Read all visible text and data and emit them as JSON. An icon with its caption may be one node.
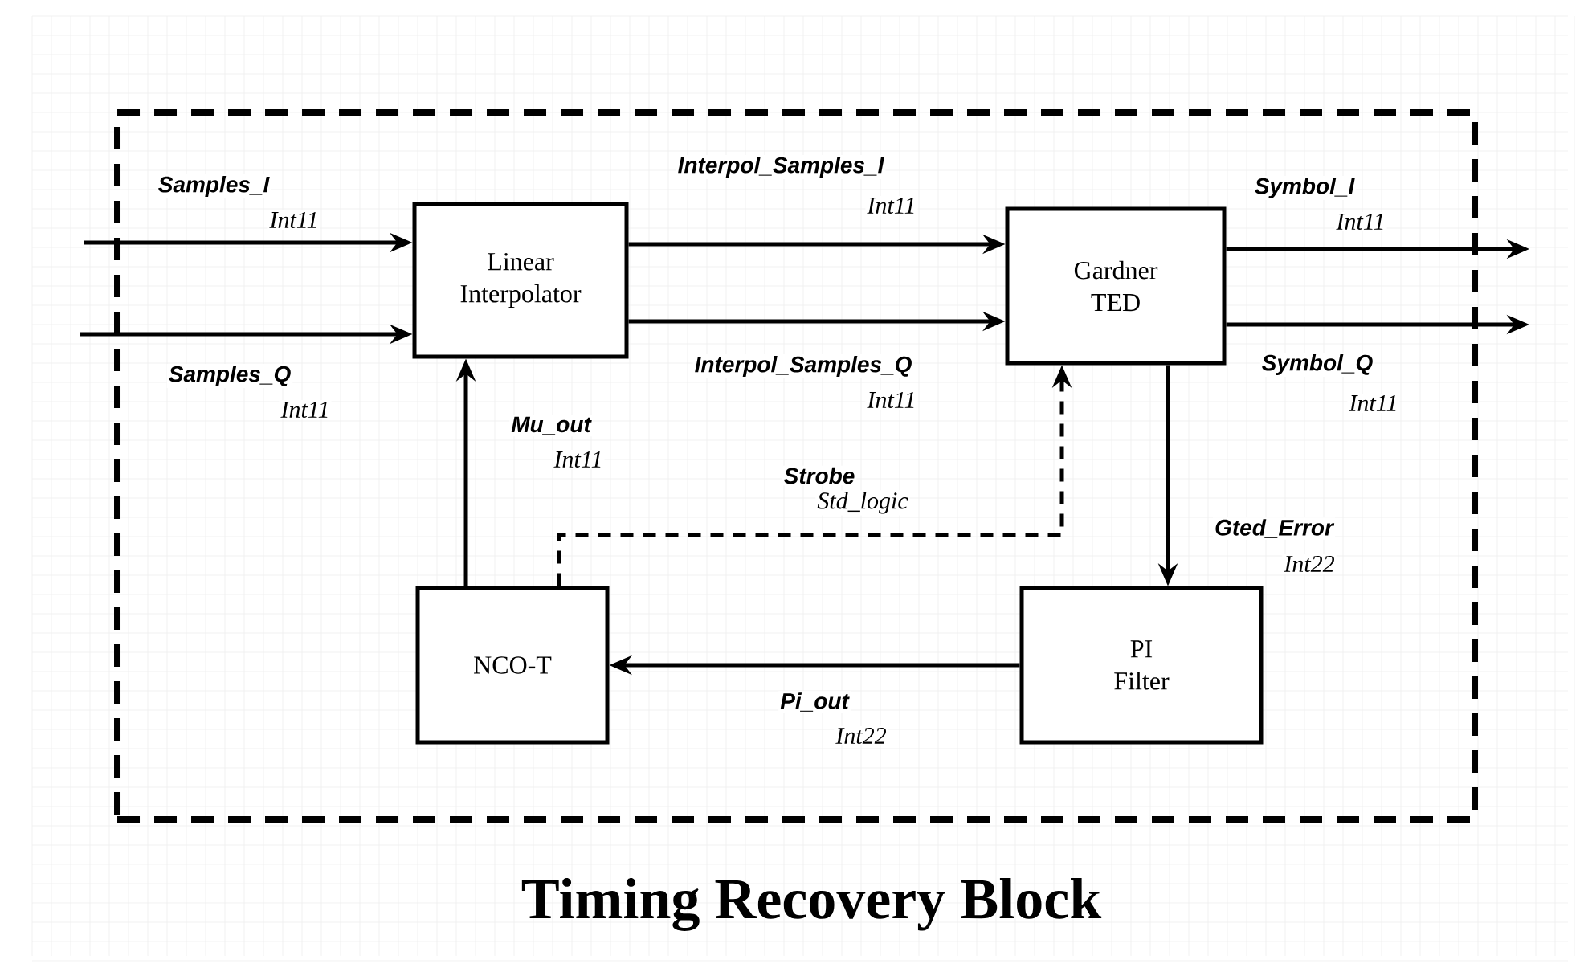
{
  "diagram": {
    "title": "Timing Recovery Block",
    "nodes": [
      {
        "text": [],
        "shape": "box"
      },
      {
        "text": [
          "Linear Interpolator"
        ],
        "in": 0
      },
      {
        "text": [
          "Gardner TED"
        ],
        "in": 0
      },
      {
        "text": [
          "NCO-T"
        ],
        "in": 0
      },
      {
        "text": [
          "PI Filter"
        ],
        "in": 0
      }
    ],
    "edges": [
      {
        "from": null,
        "to": 1,
        "arrow": "to",
        "label": "Samples_I"
      },
      {
        "from": null,
        "to": 1,
        "arrow": "to",
        "label": "Samples_Q"
      },
      {
        "from": 1,
        "to": 2,
        "arrow": "to",
        "label": "Interpol_Samples_I"
      },
      {
        "from": 1,
        "to": 2,
        "arrow": "to",
        "label": "Interpol_Samples_Q"
      },
      {
        "from": 2,
        "to": null,
        "arrow": "to",
        "label": "Symbol_I"
      },
      {
        "from": 2,
        "to": null,
        "arrow": "to",
        "label": "Symbol_Q"
      },
      {
        "from": 3,
        "to": 1,
        "arrow": "to",
        "label": "Mu_out"
      },
      {
        "from": 3,
        "to": 2,
        "arrow": "to",
        "label": "Strobe",
        "style": "dashed"
      },
      {
        "from": 2,
        "to": 4,
        "arrow": "to",
        "label": "Gted_Error"
      },
      {
        "from": 4,
        "to": 3,
        "arrow": "to",
        "label": "Pi_out"
      }
    ],
    "labels": [
      "Int11",
      "Int11",
      "Int11",
      "Int11",
      "Int11",
      "Int11",
      "Int11",
      "Std_logic",
      "Int22",
      "Int22"
    ]
  }
}
